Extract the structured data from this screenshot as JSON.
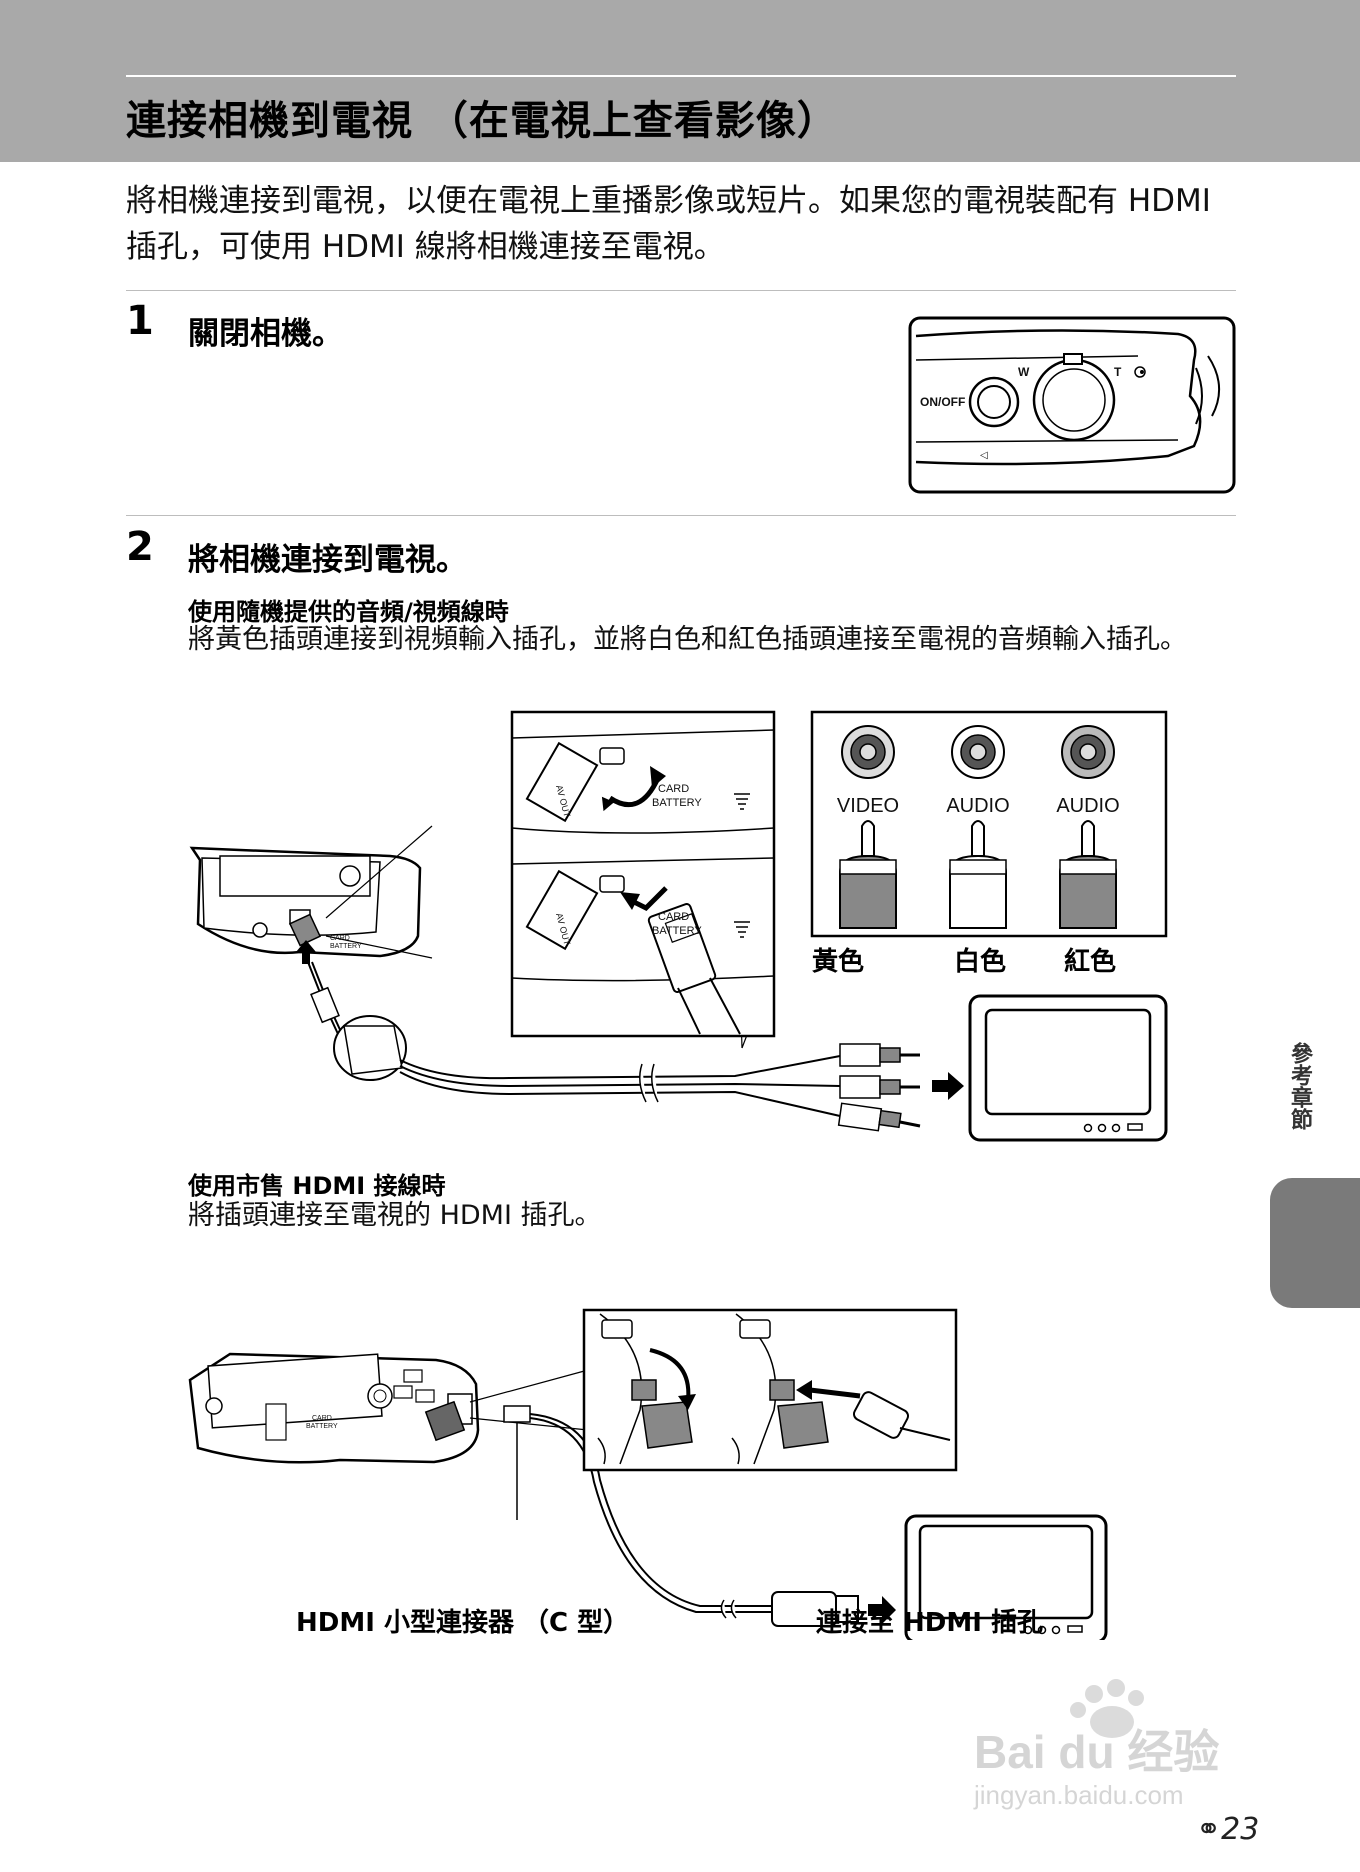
{
  "title": "連接相機到電視 （在電視上查看影像）",
  "intro": "將相機連接到電視，以便在電視上重播影像或短片。如果您的電視裝配有 HDMI 插孔，可使用 HDMI 線將相機連接至電視。",
  "step1": {
    "number": "1",
    "text": "關閉相機。",
    "figure_labels": [
      "ON/OFF",
      "W",
      "T"
    ]
  },
  "step2": {
    "number": "2",
    "text": "將相機連接到電視。",
    "av": {
      "heading": "使用隨機提供的音頻/視頻線時",
      "body": "將黃色插頭連接到視頻輸入插孔，並將白色和紅色插頭連接至電視的音頻輸入插孔。",
      "jacks": [
        "VIDEO",
        "AUDIO",
        "AUDIO"
      ],
      "plug_colors": [
        "黃色",
        "白色",
        "紅色"
      ],
      "port_labels": [
        "AV OUT",
        "CARD",
        "BATTERY"
      ]
    },
    "hdmi": {
      "heading": "使用市售 HDMI 接線時",
      "body": "將插頭連接至電視的 HDMI 插孔。",
      "connector_label": "HDMI 小型連接器 （C 型）",
      "tv_label": "連接至 HDMI 插孔"
    }
  },
  "side_label": "參考章節",
  "page_number": "⚭23",
  "watermark": {
    "brand": "Bai du 经验",
    "url": "jingyan.baidu.com"
  }
}
